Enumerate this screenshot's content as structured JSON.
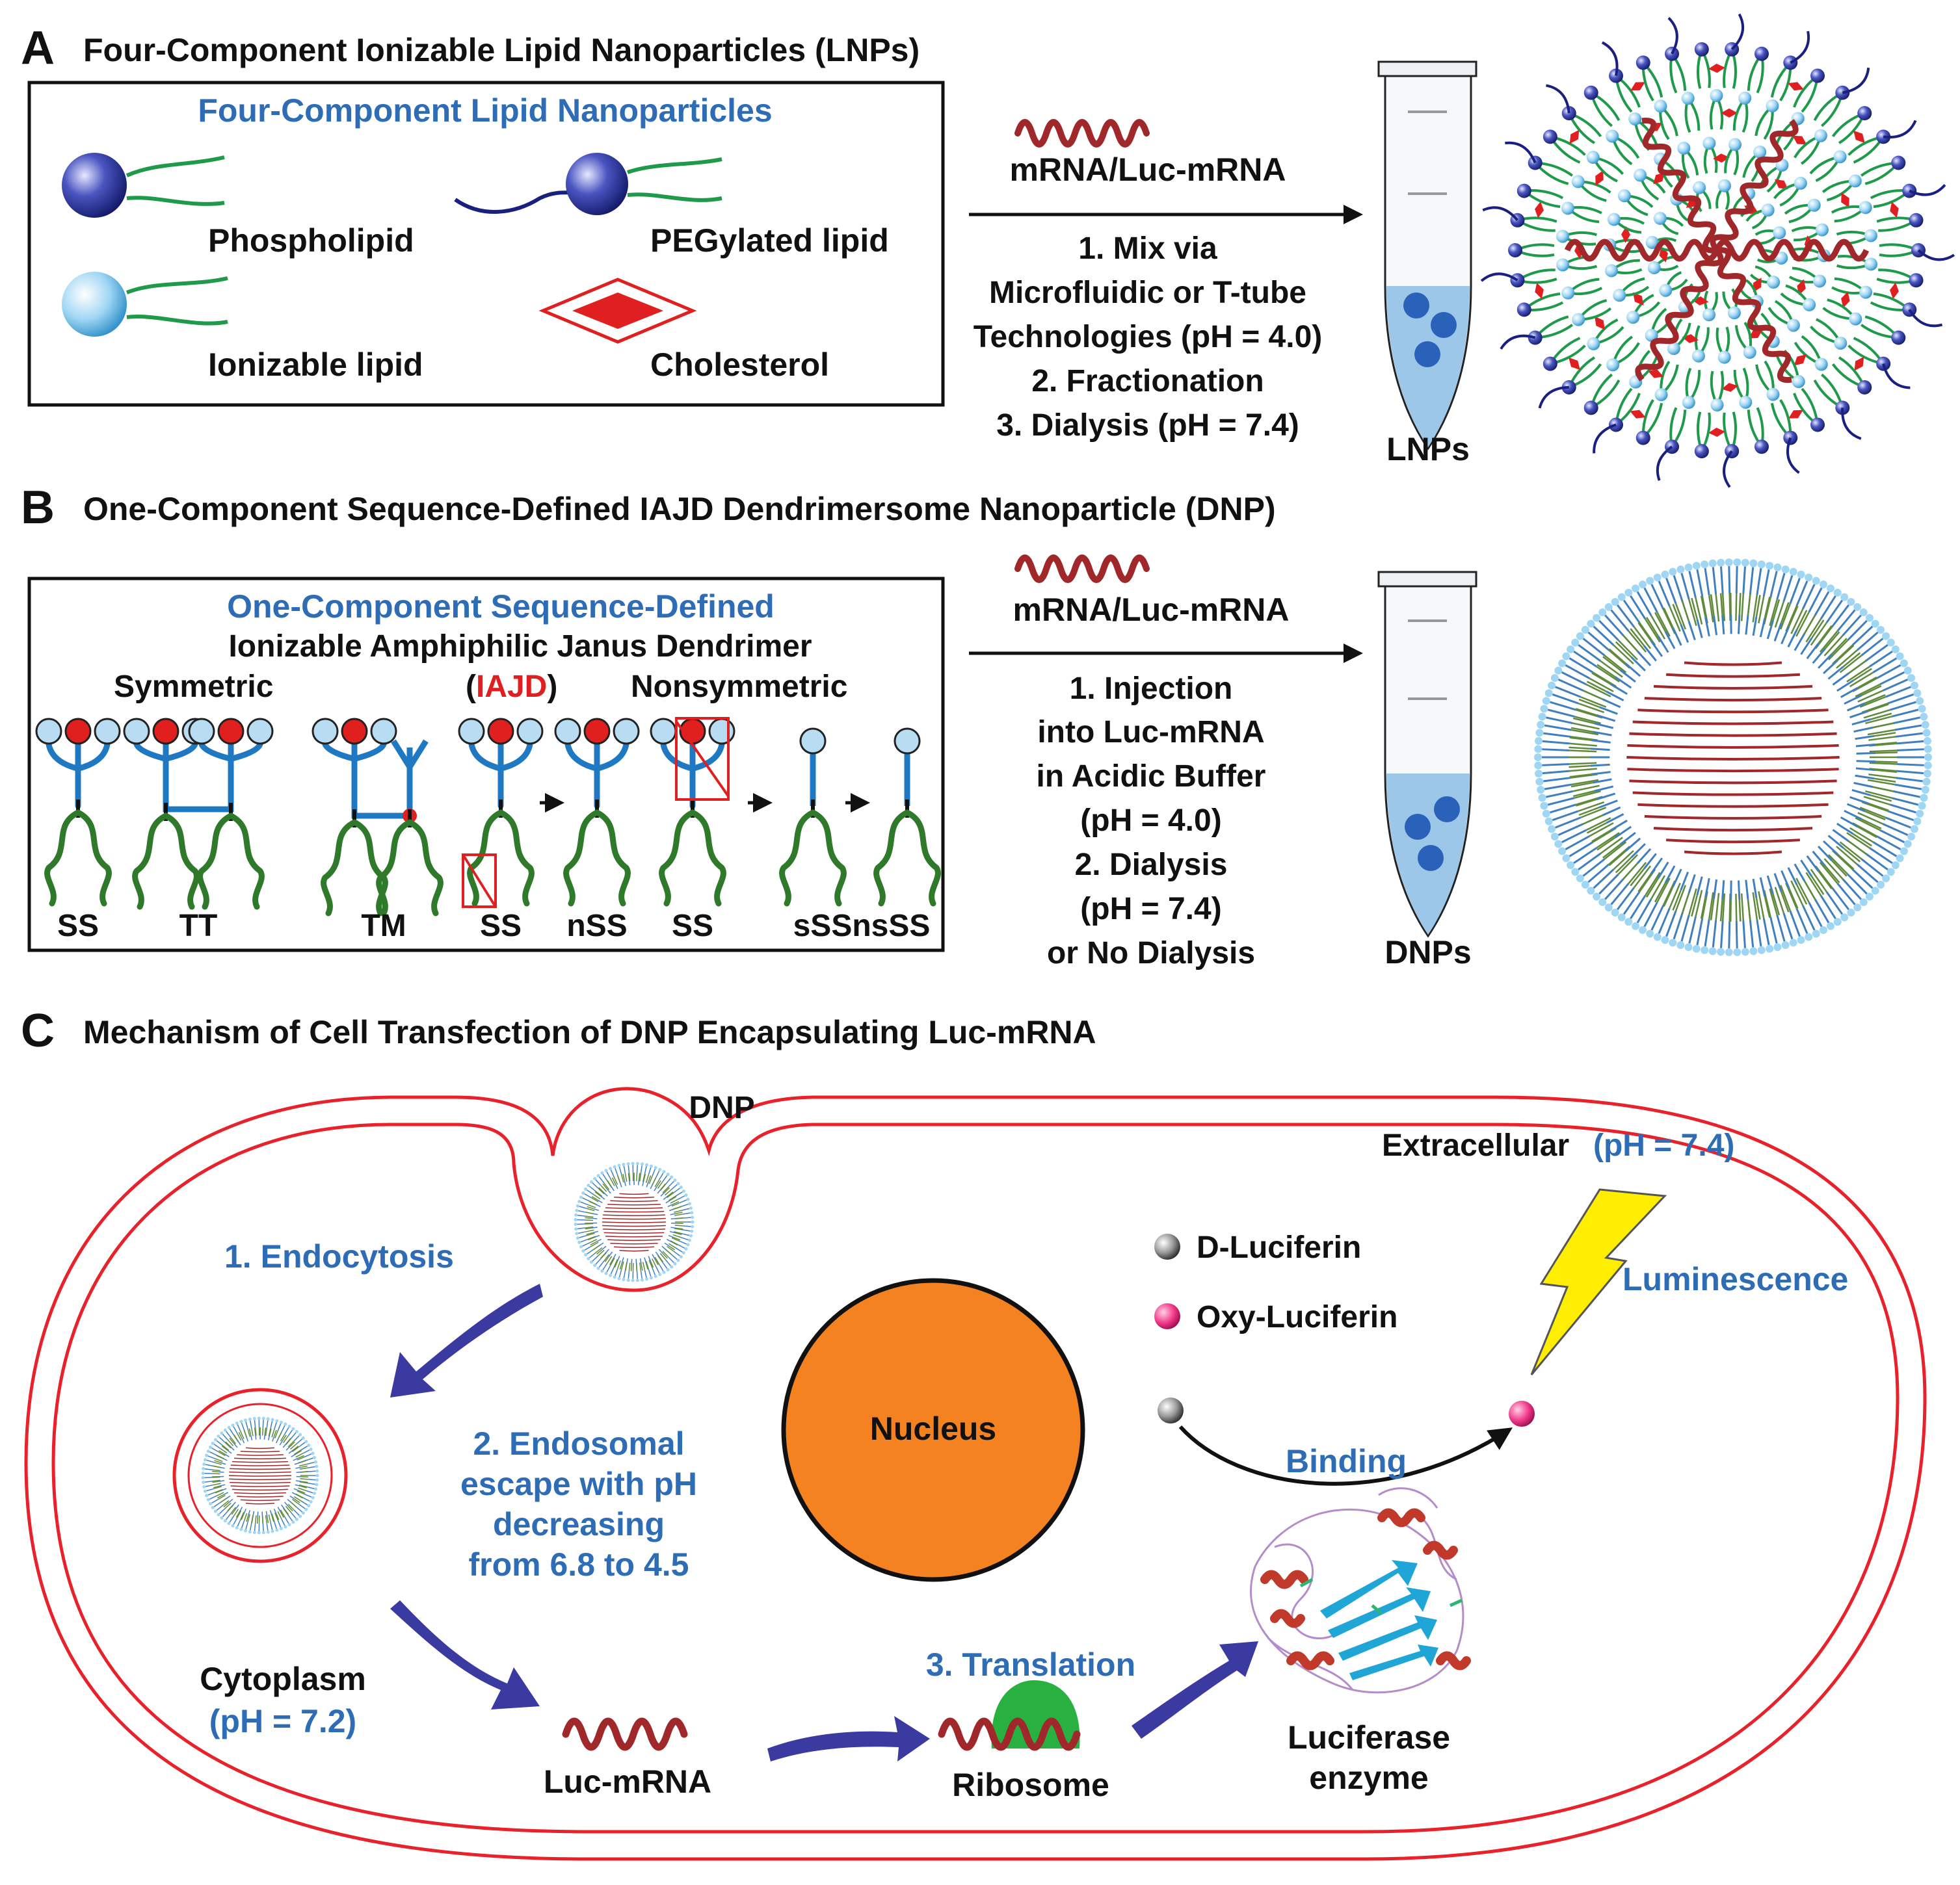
{
  "colors": {
    "blue_text": "#2e6db5",
    "red_text": "#e02020",
    "cell_membrane": "#e8212a",
    "nucleus": "#f58220",
    "lipid_tail": "#1e9a4a",
    "dendron": "#1f79c2",
    "arrow_purple": "#3a3aa0",
    "mrna": "#a0282a",
    "ribosome": "#28b040",
    "lightning": "#ffee00"
  },
  "panel_a": {
    "letter": "A",
    "title": "Four-Component Ionizable Lipid Nanoparticles (LNPs)",
    "box_title": "Four-Component Lipid Nanoparticles",
    "phospholipid": "Phospholipid",
    "pegylated": "PEGylated lipid",
    "ionizable": "Ionizable lipid",
    "cholesterol": "Cholesterol",
    "mrna_label": "mRNA/Luc-mRNA",
    "step1a": "1. Mix via",
    "step1b": "Microfluidic or T-tube",
    "step1c": "Technologies (pH = 4.0)",
    "step2": "2. Fractionation",
    "step3": "3. Dialysis (pH = 7.4)",
    "tube_label": "LNPs"
  },
  "panel_b": {
    "letter": "B",
    "title": "One-Component Sequence-Defined IAJD Dendrimersome Nanoparticle (DNP)",
    "box_title": "One-Component Sequence-Defined",
    "box_subtitle": "Ionizable Amphiphilic Janus Dendrimer",
    "symmetric": "Symmetric",
    "paren_open": "(",
    "iajd": "IAJD",
    "paren_close": ")",
    "nonsymmetric": "Nonsymmetric",
    "labels": [
      "SS",
      "TT",
      "TM",
      "SS",
      "nSS",
      "SS",
      "sSSnsSS"
    ],
    "mrna_label": "mRNA/Luc-mRNA",
    "step1a": "1. Injection",
    "step1b": "into Luc-mRNA",
    "step1c": "in Acidic Buffer",
    "step1d": "(pH = 4.0)",
    "step2": "2. Dialysis",
    "step2b": "(pH = 7.4)",
    "step2c": "or No Dialysis",
    "tube_label": "DNPs"
  },
  "panel_c": {
    "letter": "C",
    "title": "Mechanism of Cell Transfection of DNP Encapsulating Luc-mRNA",
    "dnp": "DNP",
    "extracellular": "Extracellular",
    "extracellular_ph": "(pH = 7.4)",
    "endocytosis": "1. Endocytosis",
    "d_luciferin": "D-Luciferin",
    "oxy_luciferin": "Oxy-Luciferin",
    "luminescence": "Luminescence",
    "nucleus": "Nucleus",
    "escape1": "2. Endosomal",
    "escape2": "escape with pH",
    "escape3": "decreasing",
    "escape4": "from 6.8 to 4.5",
    "binding": "Binding",
    "cytoplasm": "Cytoplasm",
    "cytoplasm_ph": "(pH = 7.2)",
    "translation": "3. Translation",
    "luc_mrna": "Luc-mRNA",
    "ribosome": "Ribosome",
    "luciferase1": "Luciferase",
    "luciferase2": "enzyme"
  }
}
